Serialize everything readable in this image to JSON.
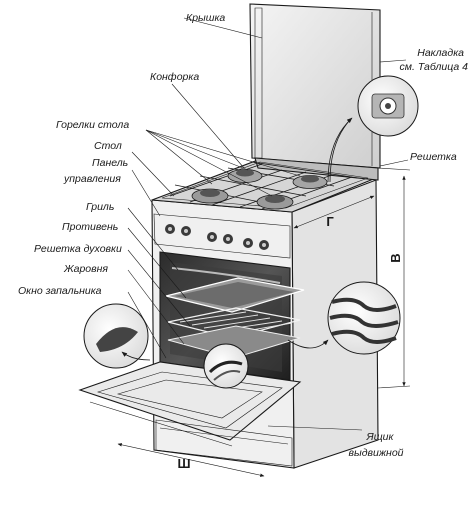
{
  "labels": {
    "lid": "Крышка",
    "burner_cap": "Конфорка",
    "overlay_line1": "Накладка",
    "overlay_line2": "см. Таблица 4",
    "table_burners": "Горелки стола",
    "table": "Стол",
    "panel_line1": "Панель",
    "panel_line2": "управления",
    "grate": "Решетка",
    "grill": "Гриль",
    "baking_sheet": "Противень",
    "oven_rack": "Решетка духовки",
    "roasting_pan": "Жаровня",
    "ignition_window": "Окно запальника",
    "drawer_line1": "Ящик",
    "drawer_line2": "выдвижной"
  },
  "dimensions": {
    "depth": "Г",
    "height": "В",
    "width": "Ш"
  }
}
